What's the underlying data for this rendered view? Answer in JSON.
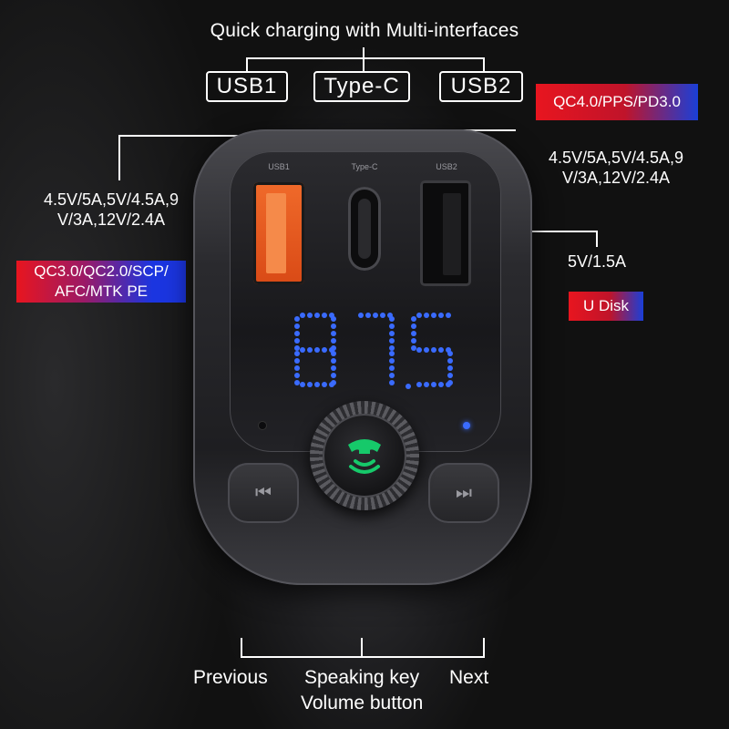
{
  "header": {
    "title": "Quick charging with Multi-interfaces",
    "ports": [
      "USB1",
      "Type-C",
      "USB2"
    ]
  },
  "badges": {
    "typec_protocols": "QC4.0/PPS/PD3.0",
    "usb1_protocols": [
      "QC3.0/QC2.0/SCP/",
      "AFC/MTK PE"
    ],
    "usb2_function": "U Disk"
  },
  "specs": {
    "typec_output": [
      "4.5V/5A,5V/4.5A,9",
      "V/3A,12V/2.4A"
    ],
    "usb1_output": [
      "4.5V/5A,5V/4.5A,9",
      "V/3A,12V/2.4A"
    ],
    "usb2_output": "5V/1.5A"
  },
  "device": {
    "slot_labels": [
      "USB1",
      "Type-C",
      "USB2"
    ],
    "display": "87.5",
    "buttons": {
      "previous_icon": "skip-previous-icon",
      "next_icon": "skip-next-icon",
      "knob_icon": "phone-call-icon"
    },
    "colors": {
      "display": "#3a6bff",
      "usb1_port": "#f06a2a",
      "phone_icon": "#16c96a",
      "indicator": "#3a6bff"
    }
  },
  "labels": {
    "previous": "Previous",
    "speaking_key": "Speaking key",
    "next": "Next",
    "volume_button": "Volume button"
  }
}
